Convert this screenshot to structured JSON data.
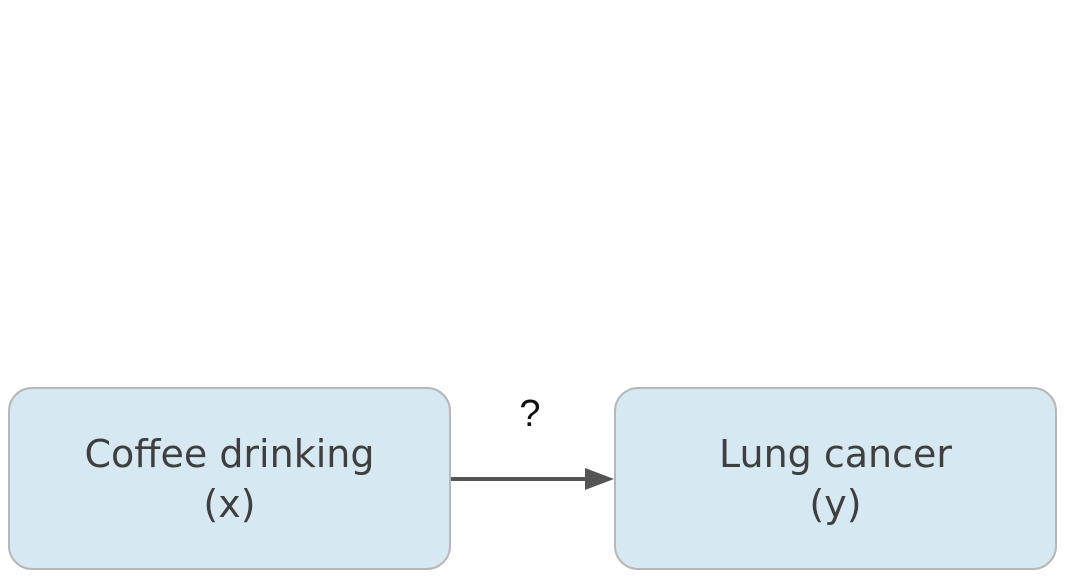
{
  "diagram": {
    "nodes": [
      {
        "id": "x",
        "title": "Coffee drinking",
        "symbol": "(x)"
      },
      {
        "id": "y",
        "title": "Lung cancer",
        "symbol": "(y)"
      }
    ],
    "edges": [
      {
        "from": "x",
        "to": "y",
        "label": "?"
      }
    ],
    "colors": {
      "node_fill": "#d6e8f2",
      "node_border": "#b7b7b7",
      "arrow": "#555555",
      "text": "#3f3f3f"
    }
  }
}
